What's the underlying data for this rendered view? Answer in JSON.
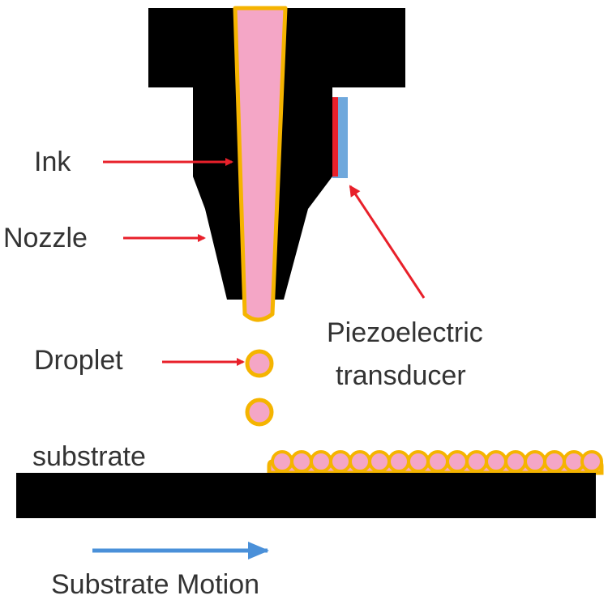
{
  "labels": {
    "ink": "Ink",
    "nozzle": "Nozzle",
    "droplet": "Droplet",
    "piezo_line1": "Piezoelectric",
    "piezo_line2": "transducer",
    "substrate": "substrate",
    "motion": "Substrate Motion"
  },
  "colors": {
    "nozzle_body": "#000000",
    "ink_fill": "#f4a6c6",
    "ink_outline": "#f5b400",
    "label_arrow": "#e8202a",
    "transducer_bar": "#e8202a",
    "transducer_backing": "#6fa8dc",
    "motion_arrow": "#4a90d9",
    "substrate": "#000000"
  }
}
